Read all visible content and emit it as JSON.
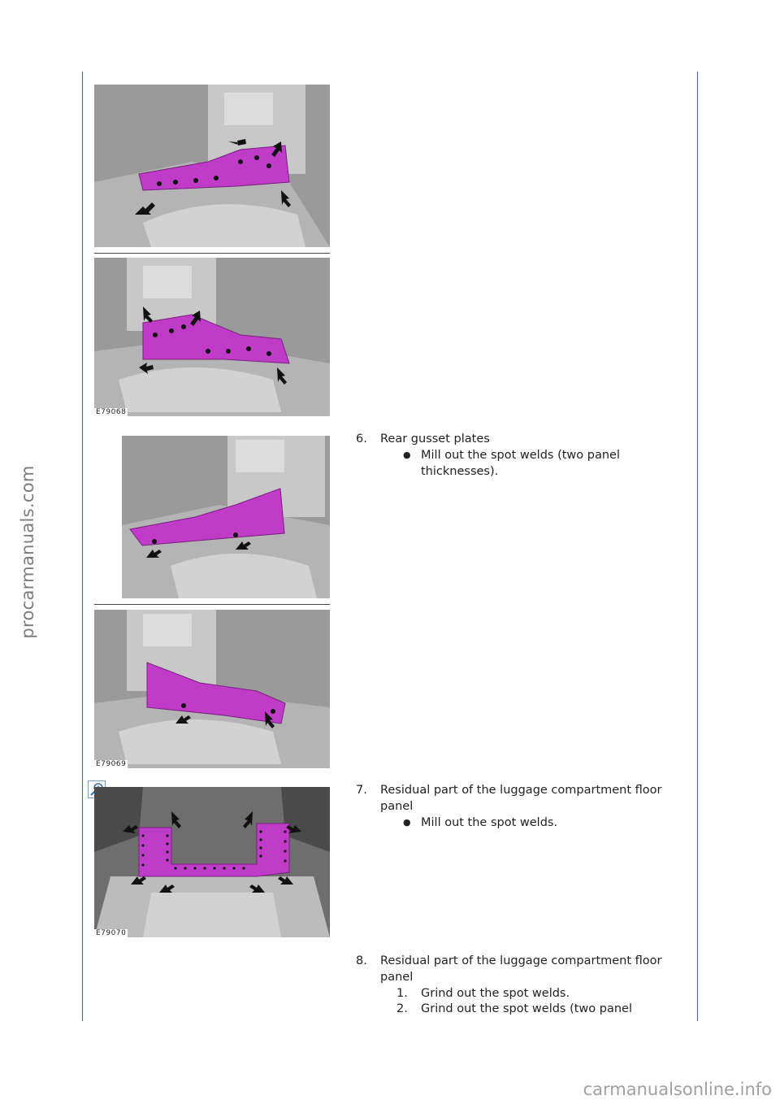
{
  "figures": [
    {
      "code": "E79068"
    },
    {
      "code": "E79069"
    },
    {
      "code": "E79070"
    }
  ],
  "steps": [
    {
      "number": "6.",
      "title": "Rear gusset plates",
      "bullets": [
        "Mill out the spot welds (two panel thicknesses)."
      ]
    },
    {
      "number": "7.",
      "title": "Residual part of the luggage compartment floor panel",
      "bullets": [
        "Mill out the spot welds."
      ]
    },
    {
      "number": "8.",
      "title": "Residual part of the luggage compartment floor panel",
      "substeps": [
        {
          "number": "1.",
          "text": "Grind out the spot welds."
        },
        {
          "number": "2.",
          "text": "Grind out the spot welds (two panel"
        }
      ]
    }
  ],
  "watermarks": {
    "side": "procarmanuals.com",
    "bottom": "carmanualsonline.info"
  },
  "colors": {
    "rule": "#3a6ea5",
    "highlight": "#c03cc8"
  },
  "icons": [
    "zoom-icon",
    "arrow-icon"
  ]
}
